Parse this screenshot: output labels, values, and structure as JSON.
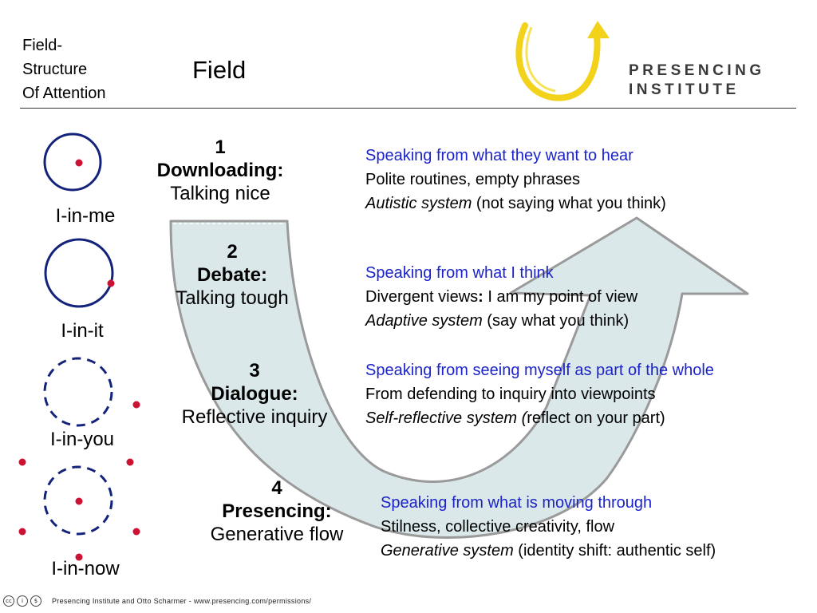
{
  "header": {
    "left_lines": [
      "Field-",
      "Structure",
      "Of Attention"
    ],
    "title": "Field"
  },
  "logo": {
    "line1": "PRESENCING",
    "line2": "INSTITUTE",
    "icon": "arrow-loop-logo-icon",
    "color": "#f2d21b"
  },
  "levels": [
    {
      "label": "I-in-me",
      "type": "solid-center"
    },
    {
      "label": "I-in-it",
      "type": "solid-edge"
    },
    {
      "label": "I-in-you",
      "type": "dashed-outside"
    },
    {
      "label": "I-in-now",
      "type": "dashed-center-surround"
    }
  ],
  "stages": [
    {
      "number": "1",
      "name": "Downloading:",
      "subtitle": "Talking nice"
    },
    {
      "number": "2",
      "name": "Debate:",
      "subtitle": "Talking tough"
    },
    {
      "number": "3",
      "name": "Dialogue:",
      "subtitle": "Reflective inquiry"
    },
    {
      "number": "4",
      "name": "Presencing:",
      "subtitle": "Generative flow"
    }
  ],
  "descriptions": [
    {
      "line1": "Speaking from  what they want to hear",
      "line2": "Polite routines, empty phrases",
      "line3_italic": "Autistic system",
      "line3_rest": " (not saying what you think)"
    },
    {
      "line1": "Speaking from what I think",
      "line2_a": "Divergent views",
      "line2_bold": ":",
      "line2_b": " I am my point of view",
      "line3_italic": "Adaptive system",
      "line3_rest": " (say what you think)"
    },
    {
      "line1": "Speaking from seeing myself as part of the whole",
      "line2": "From defending to inquiry into viewpoints",
      "line3_italic": "Self-reflective system (",
      "line3_rest": "reflect on your part)"
    },
    {
      "line1": "Speaking from what is moving through",
      "line2": "Stilness, collective creativity, flow",
      "line3_italic": "Generative system",
      "line3_rest": " (identity shift: authentic self)"
    }
  ],
  "colors": {
    "accent_blue": "#1b23c9",
    "circle_navy": "#14237a",
    "dot_red": "#cc1133",
    "arrow_fill": "#dbe8ea",
    "arrow_stroke": "#9a9a9a"
  },
  "footer": {
    "text": "Presencing Institute and Otto Scharmer - www.presencing.com/permissions/",
    "badges": [
      "cc",
      "i",
      "$"
    ]
  }
}
